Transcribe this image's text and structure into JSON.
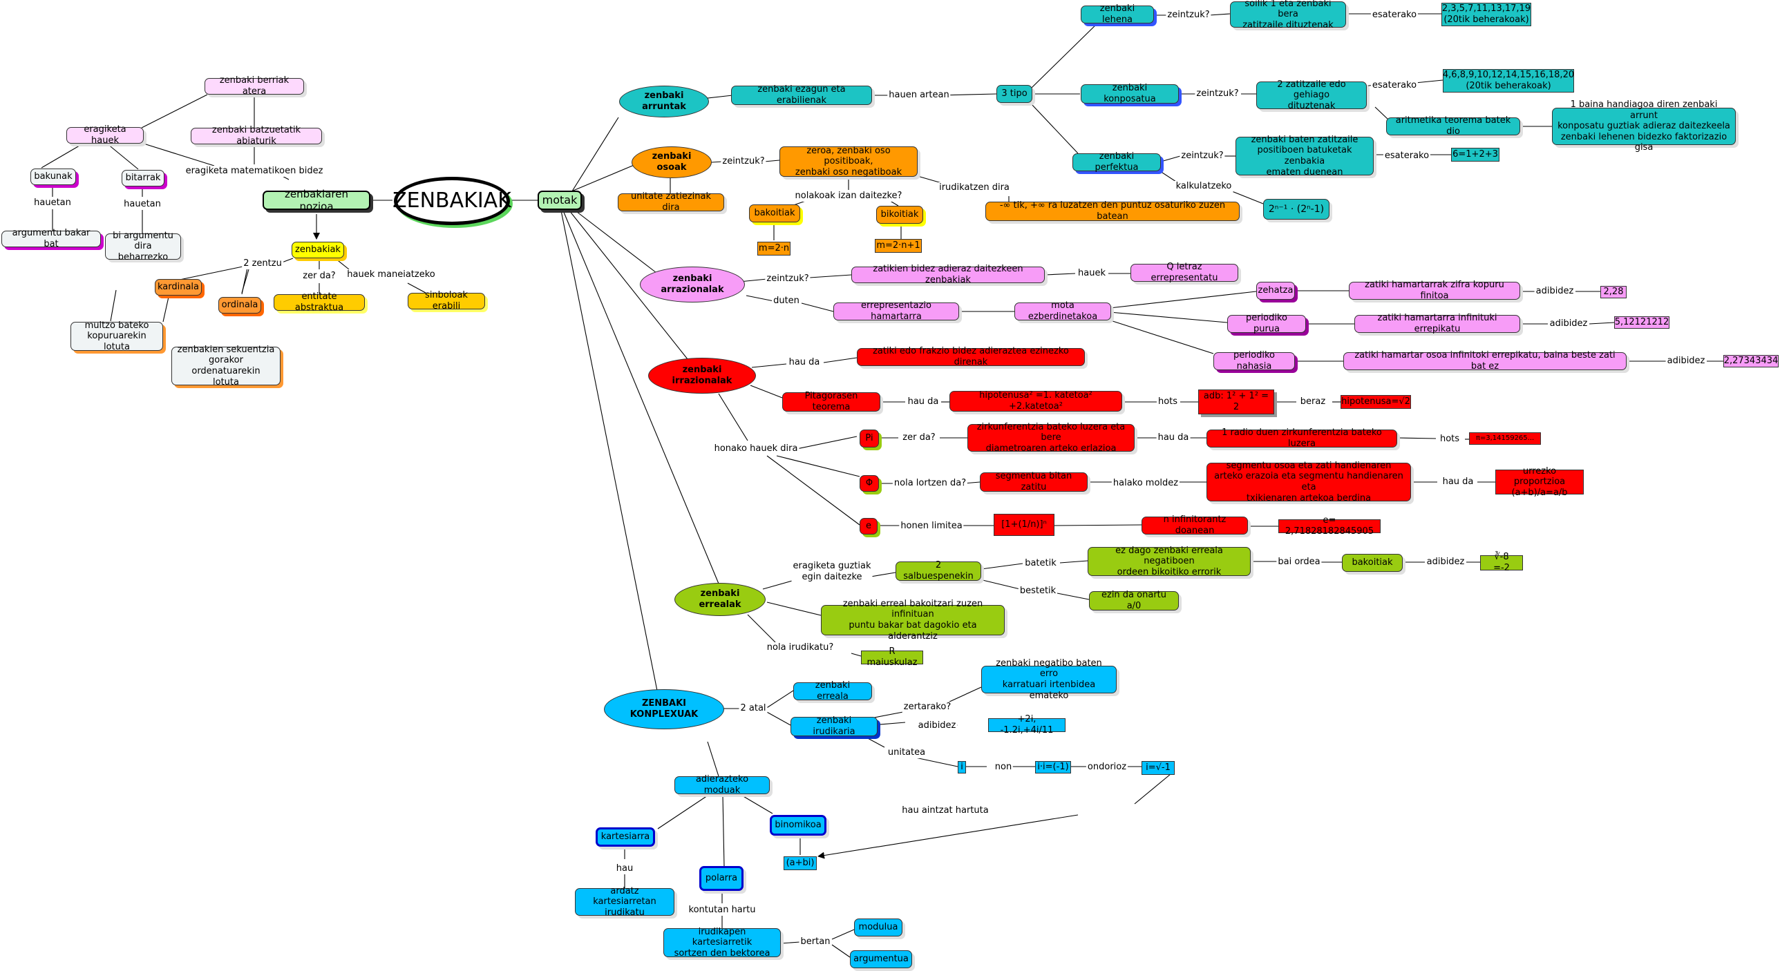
{
  "colors": {
    "teal": "#1cc4c4",
    "orange": "#ff9900",
    "pink": "#f79cf7",
    "red": "#ff0000",
    "green": "#99cc11",
    "blue": "#00c0ff",
    "lightgreen": "#b3f2b3",
    "gray": "#f0f4f5",
    "yellow": "#ffff00",
    "gold": "#ffcc00",
    "lightpink": "#fdd9fd"
  },
  "nodes": {
    "zenbakiak_main": "ZENBAKIAK",
    "motak": "motak",
    "zenbakiaren_nozioa": "zenbakiaren nozioa",
    "zenbakiak": "zenbakiak",
    "kardinala": "kardinala",
    "ordinala": "ordinala",
    "entitate_abstraktua": "entitate abstraktua",
    "sinboloak_erabili": "sinboloak erabili",
    "multzo": "multzo bateko\nkopuruarekin lotuta",
    "sekuentzia": "zenbakien sekuentzia\ngorakor ordenatuarekin\nlotuta",
    "berriak_atera": "zenbaki berriak atera",
    "eragiketa_hauek": "eragiketa hauek",
    "batzuetatik": "zenbaki batzuetatik abiaturik",
    "bakunak": "bakunak",
    "bitarrak": "bitarrak",
    "argumentu_bakar": "argumentu bakar bat",
    "bi_argumentu": "bi argumentu\ndira beharrezko",
    "arruntak": "zenbaki arruntak",
    "ezagun": "zenbaki ezagun eta erabilienak",
    "tipo3": "3 tipo",
    "lehena": "zenbaki lehena",
    "lehena_def": "soilik 1 eta zenbaki bera\nzatitzaile dituztenak",
    "lehena_ex": "2,3,5,7,11,13,17,19\n(20tik beherakoak)",
    "konposatua": "zenbaki konposatua",
    "konposatua_def": "2 zatitzaile edo gehiago\ndituztenak",
    "konposatua_ex": "4,6,8,9,10,12,14,15,16,18,20\n(20tik beherakoak)",
    "aritmetika": "aritmetika teorema batek dio",
    "aritmetika_def": "1 baina handiagoa diren zenbaki arrunt\nkonposatu guztiak adieraz daitezkeela\nzenbaki lehenen bidezko faktorizazio gisa",
    "perfektua": "zenbaki perfektua",
    "perfektua_def": "zenbaki baten zatitzaile\npositiboen batuketak zenbakia\nematen duenean",
    "perfektua_ex": "6=1+2+3",
    "perfektua_formula": "2ⁿ⁻¹ · (2ⁿ-1)",
    "osoak": "zenbaki osoak",
    "osoak_def": "zeroa, zenbaki oso positiboak,\nzenbaki oso negatiboak",
    "unitate": "unitate zatiezinak dira",
    "bakoitiak": "bakoitiak",
    "bikoitiak": "bikoitiak",
    "m2n": "m=2·n",
    "m2n1": "m=2·n+1",
    "zuzen": "-∞ tik, +∞ ra luzatzen den puntuz osaturiko zuzen batean",
    "arrazionalak": "zenbaki arrazionalak",
    "zatikien": "zatikien bidez adieraz daitezkeen zenbakiak",
    "q_letraz": "Q letraz errepresentatu",
    "hamartarra": "errepresentazio hamartarra",
    "mota": "mota ezberdinetakoa",
    "zehatza": "zehatza",
    "zehatza_def": "zatiki hamartarrak zifra kopuru finitoa",
    "zehatza_ex": "2,28",
    "purua": "periodiko purua",
    "purua_def": "zatiki hamartarra infinituki errepikatu",
    "purua_ex": "5,12121212",
    "nahasia": "periodiko nahasia",
    "nahasia_def": "zatiki hamartar osoa infinitoki errepikatu, baina beste zati bat ez",
    "nahasia_ex": "2,27343434",
    "irrazionalak": "zenbaki irrazionalak",
    "irr_def": "zatiki edo frakzio bidez adierazteа ezinezko direnak",
    "pitagoras": "Pitagorasen teorema",
    "hipotenusa": "hipotenusa² =1. katetoa² +2.katetoa²",
    "adb": "adb: 1² + 1² = 2",
    "hipotenusa_ex": "hipotenusa=√2",
    "pi": "Pi",
    "pi_def": "zirkunferentzia bateko luzera eta bere\ndiametroaren arteko erlazioa",
    "pi_radio": "1 radio duen zirkunferentzia bateko luzera",
    "pi_ex": "π=3,14159265...",
    "phi": "Φ",
    "phi_def": "segmentua bitan zatitu",
    "phi_moldez": "segmentu osoa eta zati handienaren\narteko erazoia eta segmentu handienaren eta\ntxikienaren artekoa berdina",
    "phi_ex": "urrezko proportzioa\n(a+b)/a=a/b",
    "e": "e",
    "e_lim": "[1+(1/n)]ⁿ",
    "e_inf": "n infinitorantz doanean",
    "e_ex": "e= 2,71828182845905",
    "errealak": "zenbaki errealak",
    "salbuespen": "2 salbuespenekin",
    "ez_dago": "ez dago zenbaki erreala negatiboen\nordeen bikoitiko errorik",
    "bakoitiak2": "bakoitiak",
    "sqrt_ex": "∛-8 =-2",
    "ezin": "ezin da onartu a/0",
    "errealak_def": "zenbaki erreal bakoitzari zuzen infinituan\npuntu bakar bat dagokio eta alderantziz",
    "r_maius": "R maiuskulaz",
    "konplexuak": "ZENBAKI KONPLEXUAK",
    "zerreala": "zenbaki erreala",
    "irudikaria": "zenbaki irudikaria",
    "irud_def": "zenbaki negatibo baten erro\nkarratuari irtenbidea emateko",
    "irud_ex": "+2i, -1.2i,+4i/11",
    "i_box": "i",
    "i_sq": "i·i=(-1)",
    "i_sqrt": "i=√-1",
    "moduak": "adierazteko moduak",
    "kartesiarra": "kartesiarra",
    "ardatz": "ardatz kartesiarretan\nirudikatu",
    "polarra": "polarra",
    "bektorea": "irudikapen kartesiarretik\nsortzen den bektorea",
    "modulua": "modulua",
    "argumentua": "argumentua",
    "binomikoa": "binomikoa",
    "abi": "(a+bi)"
  },
  "labels": {
    "eragiketa_matematikoen": "eragiketa matematikoen bidez",
    "hauetan1": "hauetan",
    "hauetan2": "hauetan",
    "zentzu2": "2 zentzu",
    "zer_da": "zer da?",
    "hauek_maneiatzeko": "hauek maneiatzeko",
    "hauen_artean": "hauen artean",
    "zeintzuk1": "zeintzuk?",
    "esaterako1": "esaterako",
    "zeintzuk2": "zeintzuk?",
    "esaterako2": "esaterako",
    "zeintzuk3": "zeintzuk?",
    "esaterako3": "esaterako",
    "kalkulatzeko": "kalkulatzeko",
    "zeintzuk4": "zeintzuk?",
    "nolakoak": "nolakoak izan daitezke?",
    "irudikatzen": "irudikatzen dira",
    "zeintzuk5": "zeintzuk?",
    "hauek": "hauek",
    "duten": "duten",
    "adibidez1": "adibidez",
    "adibidez2": "adibidez",
    "adibidez3": "adibidez",
    "hau_da1": "hau da",
    "hau_da2": "hau da",
    "hots1": "hots",
    "beraz": "beraz",
    "honako": "honako hauek dira",
    "zer_da2": "zer da?",
    "hau_da3": "hau da",
    "hots2": "hots",
    "nola_lortzen": "nola lortzen da?",
    "halako_moldez": "halako moldez",
    "hau_da4": "hau da",
    "honen_limitea": "honen limitea",
    "eragiketa_guztiak": "eragiketa guztiak\negin daitezke",
    "batetik": "batetik",
    "bai_ordea": "bai ordea",
    "adibidez4": "adibidez",
    "bestetik": "bestetik",
    "nola_irudikatu": "nola irudikatu?",
    "atal2": "2 atal",
    "zertarako": "zertarako?",
    "adibidez5": "adibidez",
    "unitatea": "unitatea",
    "non": "non",
    "ondorioz": "ondorioz",
    "hau_aintzat": "hau aintzat hartuta",
    "hau": "hau",
    "kontutan": "kontutan hartu",
    "bertan": "bertan"
  }
}
